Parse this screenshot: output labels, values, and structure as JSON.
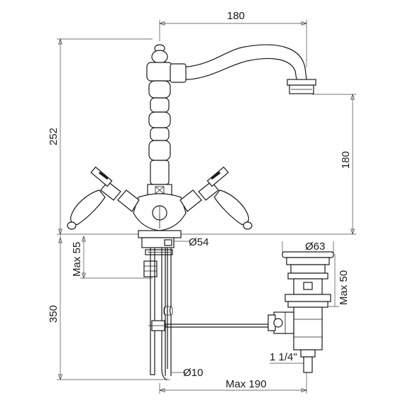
{
  "labels": {
    "spout_reach": "180",
    "height_total": "252",
    "spout_height": "180",
    "base_diameter": "Ø54",
    "max_thickness": "Max 55",
    "below_length": "350",
    "pipe_diameter": "Ø10",
    "max_190": "Max 190",
    "waste_diameter": "Ø63",
    "waste_max": "Max 50",
    "thread": "1 1/4\""
  }
}
